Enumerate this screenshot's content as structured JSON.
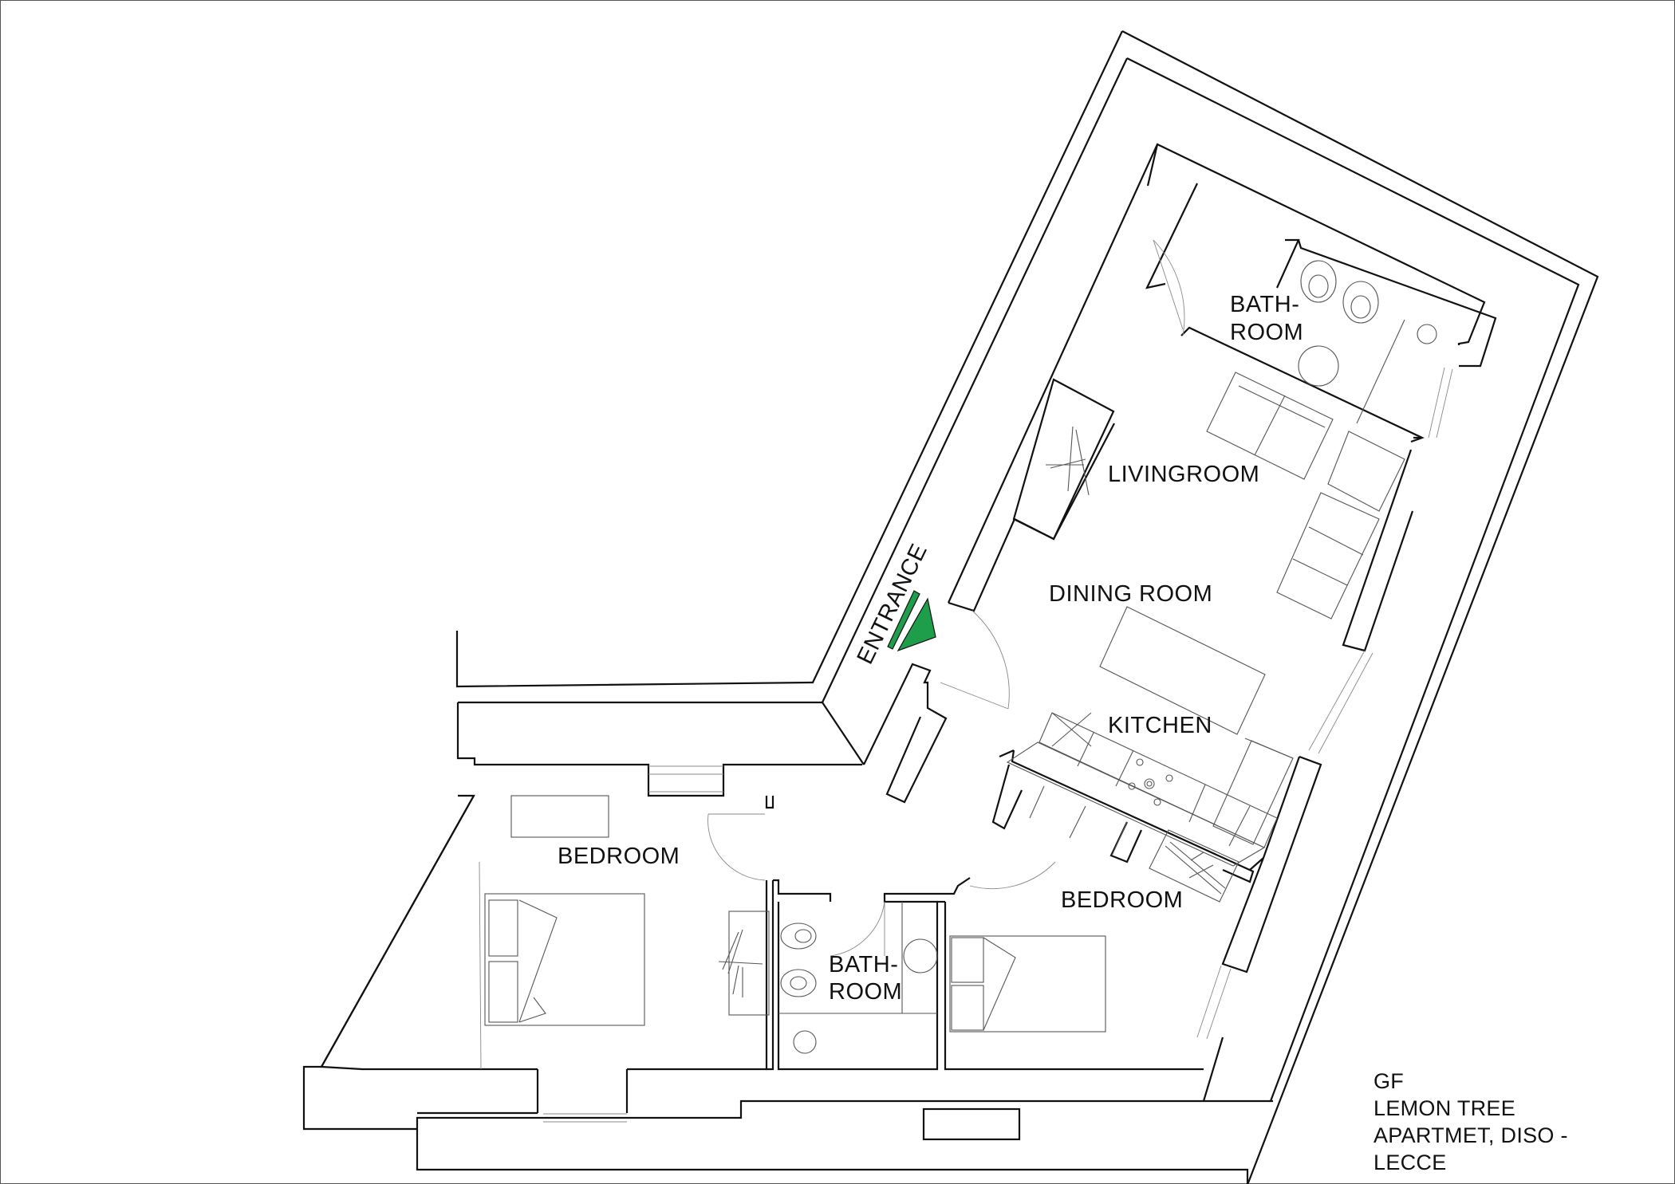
{
  "rooms": {
    "bathroom_top_1": "BATH-",
    "bathroom_top_2": "ROOM",
    "livingroom": "LIVINGROOM",
    "dining_room": "DINING ROOM",
    "kitchen": "KITCHEN",
    "bedroom_left": "BEDROOM",
    "bedroom_right": "BEDROOM",
    "bathroom_bottom_1": "BATH-",
    "bathroom_bottom_2": "ROOM",
    "entrance": "ENTRANCE"
  },
  "caption": {
    "line1": "GF",
    "line2": "LEMON TREE",
    "line3": "APARTMET, DISO -",
    "line4": "LECCE"
  },
  "colors": {
    "entrance_marker": "#1e9e4a",
    "walls": "#111111"
  },
  "icons": {
    "entrance_marker": "green-triangle-entrance-icon"
  }
}
